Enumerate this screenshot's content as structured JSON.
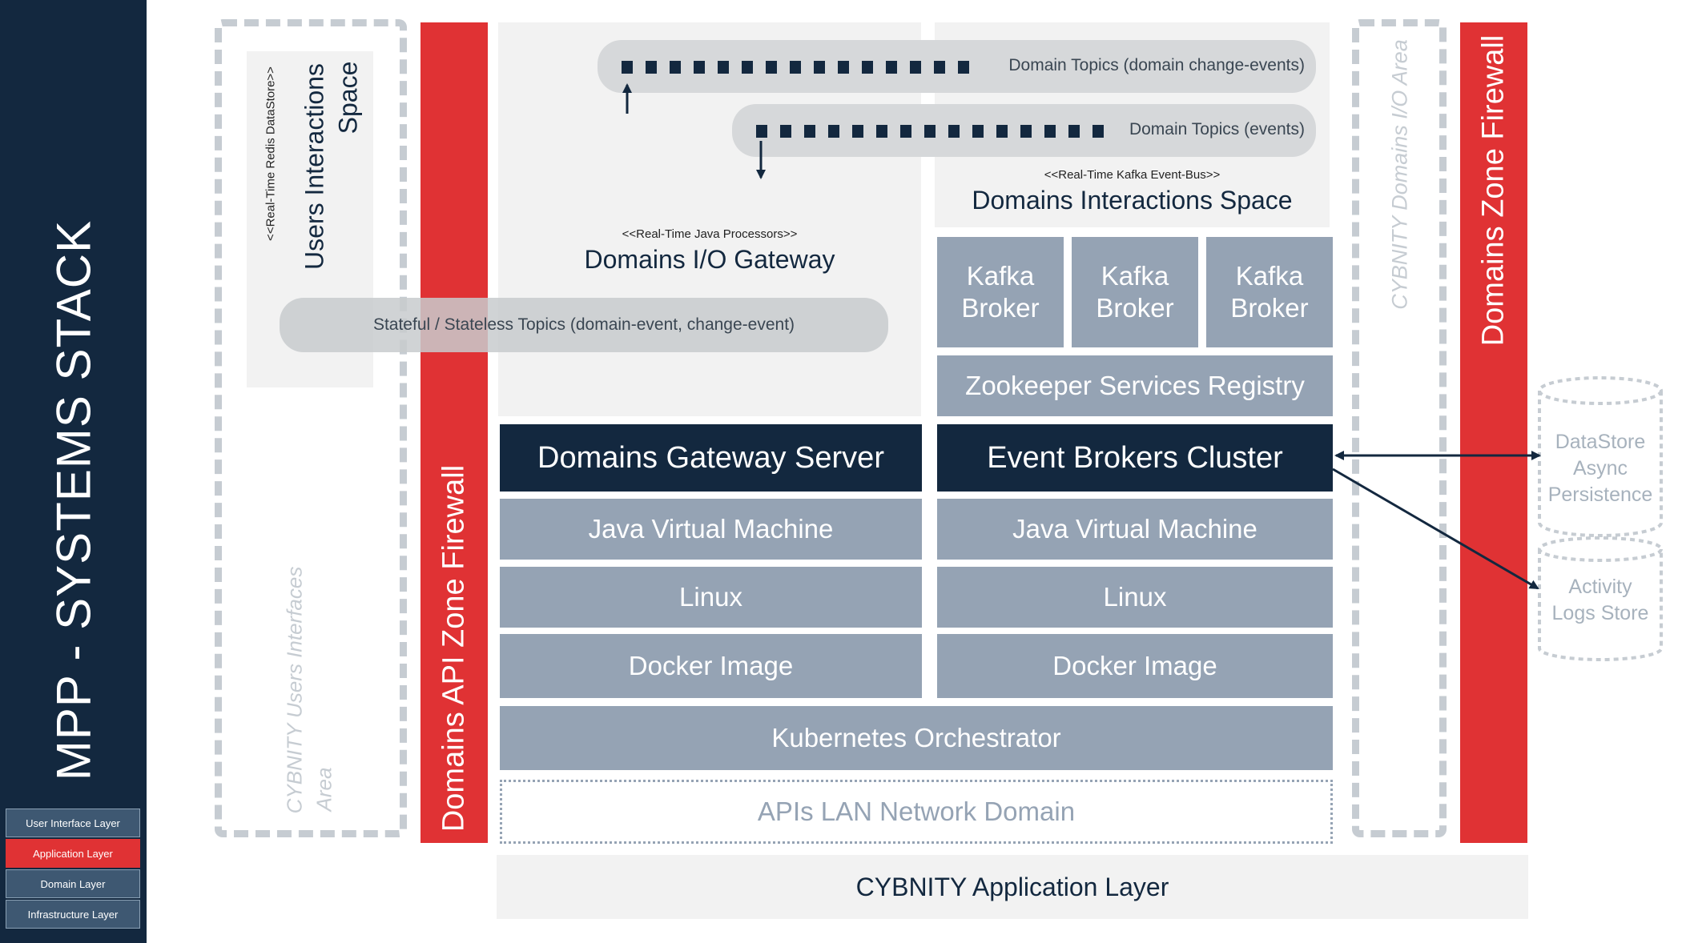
{
  "sidebar": {
    "title": "MPP - SYSTEMS STACK",
    "layers": [
      {
        "label": "User Interface Layer",
        "color": "#3e5872"
      },
      {
        "label": "Application Layer",
        "color": "#e03234"
      },
      {
        "label": "Domain Layer",
        "color": "#3e5872"
      },
      {
        "label": "Infrastructure Layer",
        "color": "#3e5872"
      }
    ]
  },
  "users_area": {
    "area_label_line1": "CYBNITY Users Interfaces",
    "area_label_line2": "Area",
    "space_stereotype": "<<Real-Time Redis DataStore>>",
    "space_title_line1": "Users Interactions",
    "space_title_line2": "Space"
  },
  "api_firewall": {
    "label": "Domains API Zone Firewall"
  },
  "gateway": {
    "stereotype": "<<Real-Time Java Processors>>",
    "title": "Domains I/O Gateway",
    "topics_pill": "Stateful / Stateless Topics (domain-event,  change-event)"
  },
  "interactions_space": {
    "topic_change_events": "Domain Topics (domain change-events)",
    "topic_events": "Domain Topics (events)",
    "stereotype": "<<Real-Time Kafka Event-Bus>>",
    "title": "Domains Interactions Space"
  },
  "brokers": [
    {
      "line1": "Kafka",
      "line2": "Broker"
    },
    {
      "line1": "Kafka",
      "line2": "Broker"
    },
    {
      "line1": "Kafka",
      "line2": "Broker"
    }
  ],
  "registry": "Zookeeper Services Registry",
  "left_stack": {
    "server": "Domains Gateway Server",
    "jvm": "Java Virtual Machine",
    "os": "Linux",
    "image": "Docker Image"
  },
  "right_stack": {
    "server": "Event Brokers Cluster",
    "jvm": "Java Virtual Machine",
    "os": "Linux",
    "image": "Docker Image"
  },
  "orchestrator": "Kubernetes Orchestrator",
  "network": "APIs LAN Network Domain",
  "app_layer": "CYBNITY Application Layer",
  "domains_io_area": "CYBNITY Domains I/O Area",
  "zone_firewall": "Domains Zone Firewall",
  "datastores": [
    {
      "line1": "DataStore",
      "line2": "Async",
      "line3": "Persistence"
    },
    {
      "line1": "Activity",
      "line2": "Logs Store"
    }
  ]
}
